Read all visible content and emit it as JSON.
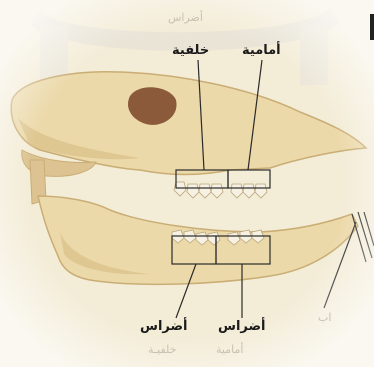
{
  "labels": {
    "upper_back": "خلفية",
    "upper_front": "أمامية",
    "lower_back": "أضراس",
    "lower_front": "أضراس"
  },
  "faded_text": {
    "top": "أضراس",
    "bottom_left": "خلفيـة",
    "bottom_right": "أمامية",
    "right_edge": "اب"
  },
  "colors": {
    "background": "#f3ecd7",
    "bone": "#ecd9aa",
    "bone_shade": "#d8bf86",
    "tooth": "#f6f1e3",
    "line": "#2a2a2a",
    "eye_socket": "#8a5a3b"
  }
}
